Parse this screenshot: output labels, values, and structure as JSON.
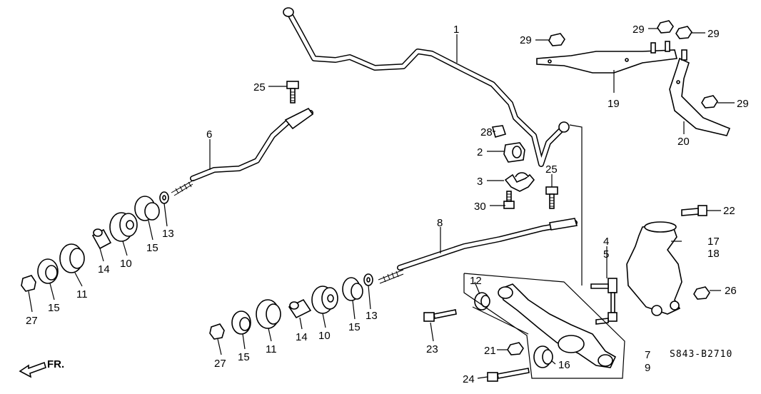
{
  "diagram": {
    "code": "S843-B2710",
    "direction_label": "FR.",
    "callouts": [
      "1",
      "2",
      "3",
      "4",
      "5",
      "6",
      "7",
      "8",
      "9",
      "10",
      "10",
      "11",
      "11",
      "12",
      "13",
      "13",
      "14",
      "14",
      "15",
      "15",
      "15",
      "15",
      "16",
      "17",
      "18",
      "19",
      "20",
      "21",
      "22",
      "23",
      "24",
      "25",
      "25",
      "26",
      "27",
      "27",
      "28",
      "29",
      "29",
      "29",
      "29",
      "30"
    ]
  }
}
